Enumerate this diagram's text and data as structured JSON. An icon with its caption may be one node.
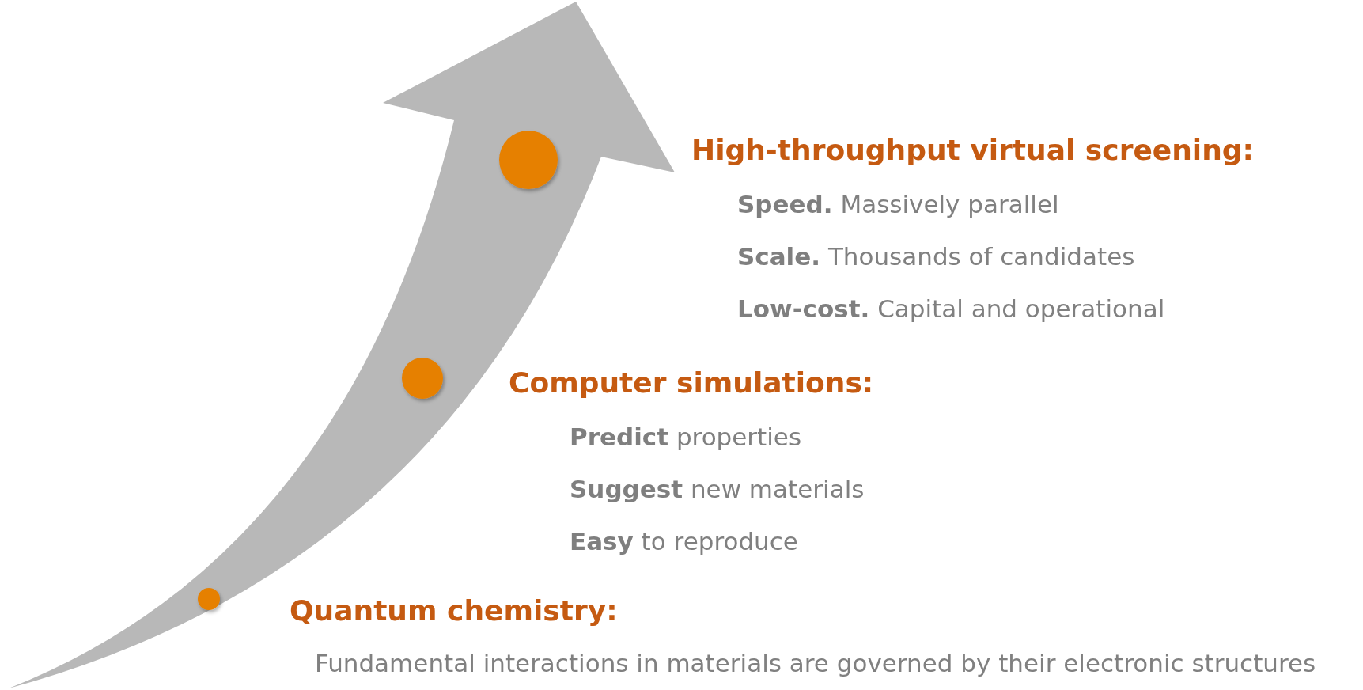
{
  "diagram": {
    "labels": [
      "High-throughput virtual screening:",
      "**Speed.** Massively parallel",
      "**Scale.** Thousands of candidates",
      "**Low-cost.** Capital and operational",
      "Computer simulations:",
      "**Predict** properties",
      "**Suggest** new materials",
      "**Easy** to reproduce",
      "Quantum chemistry:",
      "Fundamental interactions in materials are governed by their electronic structures"
    ]
  }
}
